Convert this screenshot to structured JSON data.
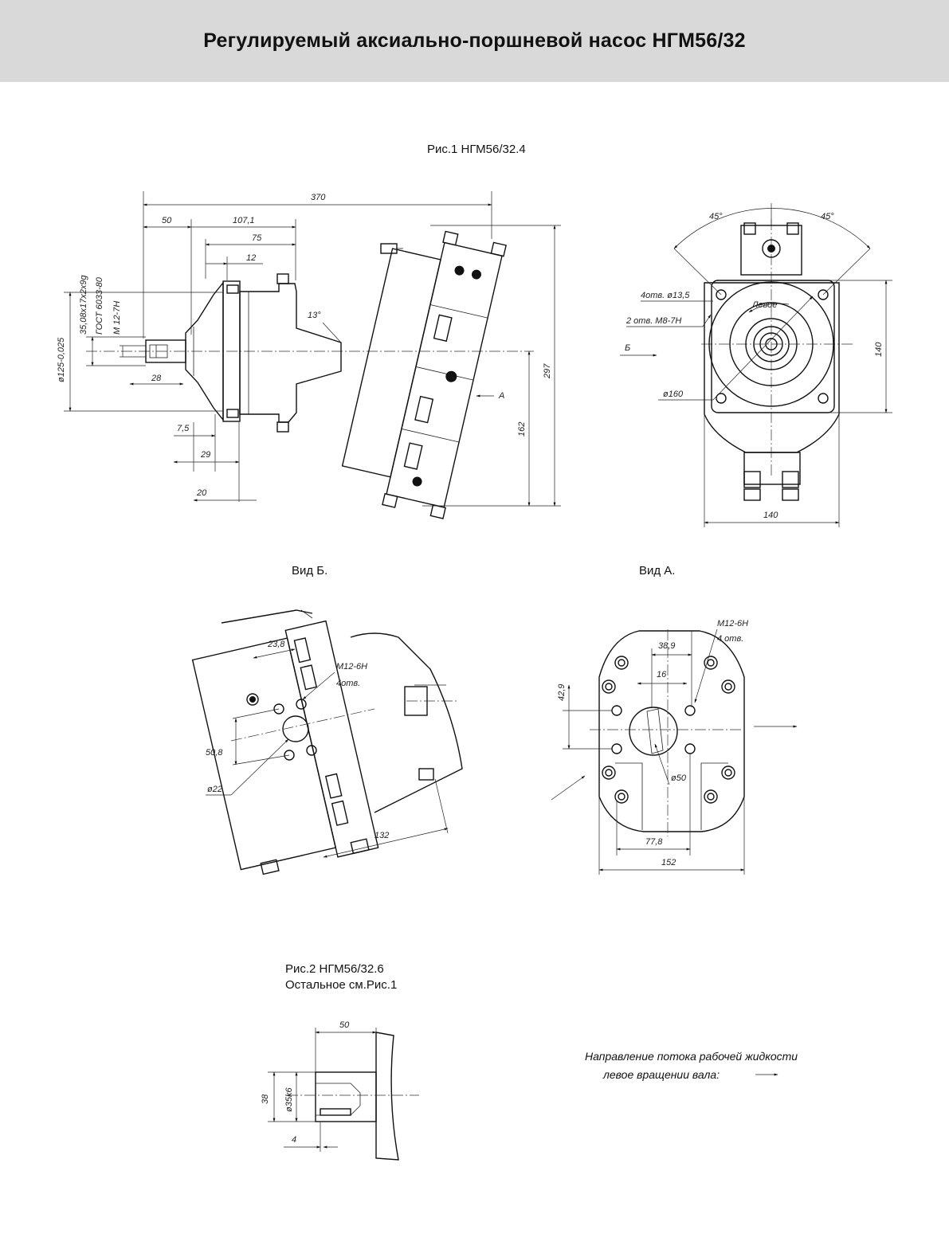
{
  "title": "Регулируемый аксиально-поршневой насос НГМ56/32",
  "captions": {
    "fig1": "Рис.1 НГМ56/32.4",
    "view_b": "Вид Б.",
    "view_a": "Вид А.",
    "fig2_line1": "Рис.2 НГМ56/32.6",
    "fig2_line2": "Остальное см.Рис.1"
  },
  "flow_note": {
    "line1": "Направление потока рабочей жидкости",
    "line2": "левое вращении вала:"
  },
  "fig1_dims": {
    "d370": "370",
    "d50": "50",
    "d107": "107,1",
    "d75": "75",
    "d12": "12",
    "d13deg": "13°",
    "d125": "ø125-0,025",
    "d35": "35,08x17x2x9g",
    "gost": "ГОСТ 6033-80",
    "m12": "М 12-7Н",
    "d28": "28",
    "d7_5": "7,5",
    "d29": "29",
    "d20": "20",
    "d297": "297",
    "d162": "162",
    "arrow_a": "А"
  },
  "side_dims": {
    "deg45_left": "45°",
    "deg45_right": "45°",
    "holes": "4отв. ø13,5",
    "threads": "2 отв. М8-7Н",
    "levoe": "Левое",
    "arrow_b": "Б",
    "d140_v": "140",
    "d160": "ø160",
    "d140_h": "140"
  },
  "view_b_dims": {
    "d23_8": "23,8",
    "m12": "М12-6Н",
    "holes": "4отв.",
    "d50_8": "50,8",
    "d22": "ø22",
    "d132": "132"
  },
  "view_a_dims": {
    "m12": "М12-6Н",
    "holes": "4 отв.",
    "d38_9": "38,9",
    "d16": "16",
    "d42_9": "42,9",
    "d50": "ø50",
    "d77_8": "77,8",
    "d152": "152"
  },
  "fig2_dims": {
    "d50": "50",
    "d38": "38",
    "d35k6": "ø35k6",
    "d4": "4"
  }
}
